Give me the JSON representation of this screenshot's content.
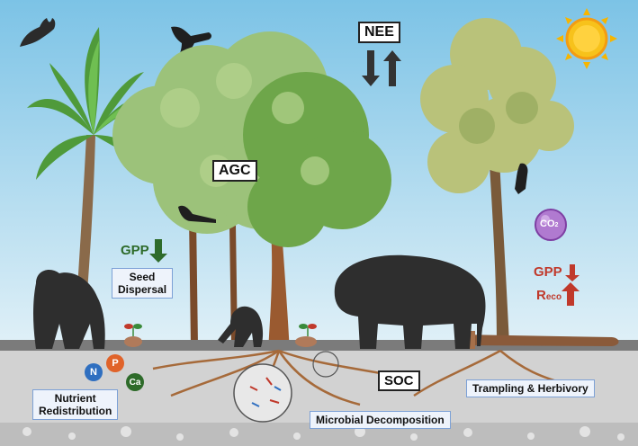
{
  "labels": {
    "nee": "NEE",
    "agc": "AGC",
    "soc": "SOC",
    "gpp_left": "GPP",
    "gpp_right": "GPP",
    "reco_main": "R",
    "reco_sub": "eco",
    "co2_main": "CO",
    "co2_sub": "2",
    "seed_dispersal_1": "Seed",
    "seed_dispersal_2": "Dispersal",
    "nutrient_1": "Nutrient",
    "nutrient_2": "Redistribution",
    "microbial": "Microbial Decomposition",
    "trampling": "Trampling & Herbivory"
  },
  "nutrients": [
    {
      "symbol": "N",
      "color": "#2f6fc0"
    },
    {
      "symbol": "P",
      "color": "#e0632a"
    },
    {
      "symbol": "Ca",
      "color": "#2e6b2a"
    }
  ],
  "colors": {
    "sky_top": "#7cc3e6",
    "sky_bottom": "#dff0f7",
    "gpp_left": "#2e6b2a",
    "gpp_right": "#c0392b",
    "co2": "#9b59b6",
    "soil": "#cfcfcf"
  }
}
